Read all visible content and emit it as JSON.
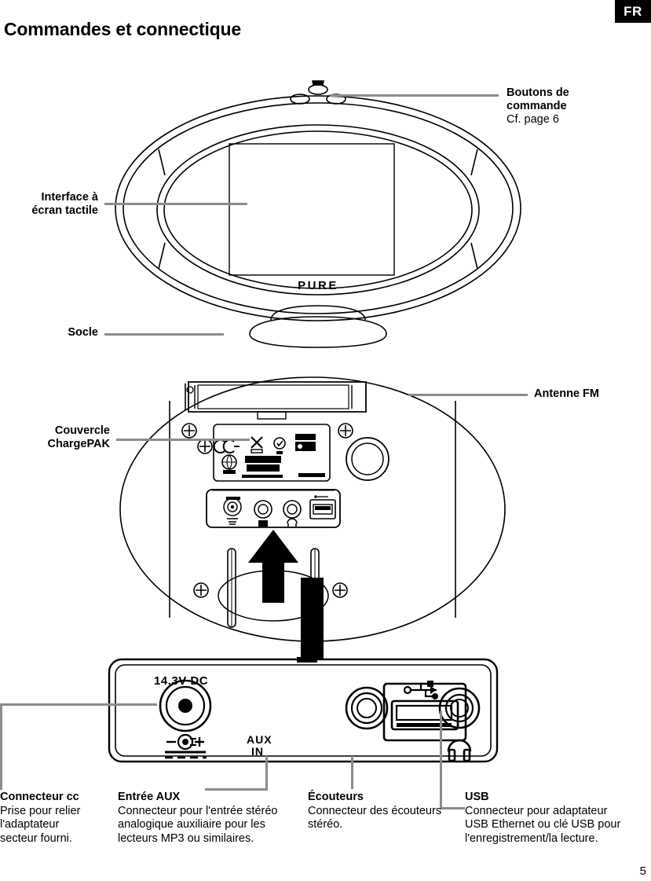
{
  "language_tab": "FR",
  "page_title": "Commandes et connectique",
  "page_number": "5",
  "callouts": {
    "controls": {
      "title": "Boutons de",
      "title2": "commande",
      "note": "Cf. page 6"
    },
    "touchscreen": {
      "line1": "Interface à",
      "line2": "écran tactile"
    },
    "base": {
      "label": "Socle"
    },
    "fm_antenna": {
      "label": "Antenne FM"
    },
    "chargepak": {
      "line1": "Couvercle",
      "line2": "ChargePAK"
    }
  },
  "device": {
    "brand": "PURE",
    "panel_labels": {
      "dc": "14.3V DC",
      "aux_line1": "AUX",
      "aux_line2": "IN"
    }
  },
  "captions": [
    {
      "title": "Connecteur cc",
      "body": "Prise pour relier l'adaptateur secteur fourni."
    },
    {
      "title": "Entrée AUX",
      "body": "Connecteur pour l'entrée stéréo analogique auxiliaire pour les lecteurs MP3 ou similaires."
    },
    {
      "title": "Écouteurs",
      "body": "Connecteur des écouteurs stéréo."
    },
    {
      "title": "USB",
      "body": "Connecteur pour adaptateur USB Ethernet ou clé USB pour l'enregistrement/la lecture."
    }
  ],
  "colors": {
    "leader": "#8c8c8c",
    "ink": "#000000",
    "tab_bg": "#000000"
  }
}
